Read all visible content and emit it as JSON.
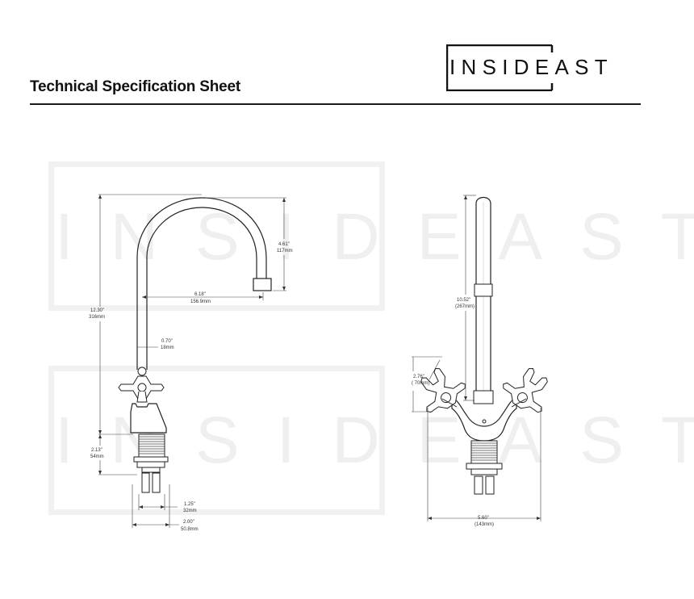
{
  "header": {
    "title": "Technical Specification Sheet",
    "logo_text": "INSIDEAST"
  },
  "watermark": {
    "text": "INSIDEAST"
  },
  "side_view": {
    "overall_height_in": "12.30\"",
    "overall_height_mm": "316mm",
    "spout_drop_in": "4.61\"",
    "spout_drop_mm": "117mm",
    "spout_reach_in": "6.18\"",
    "spout_reach_mm": "156.9mm",
    "body_diameter_in": "0.70\"",
    "body_diameter_mm": "18mm",
    "shank_length_in": "2.13\"",
    "shank_length_mm": "54mm",
    "shank_diameter_in": "1.25\"",
    "shank_diameter_mm": "32mm",
    "base_width_in": "2.00\"",
    "base_width_mm": "50.8mm"
  },
  "front_view": {
    "spout_height_in": "10.52\"",
    "spout_height_mm": "(267mm)",
    "handle_height_in": "2.76\"",
    "handle_height_mm": "( 70mm)",
    "overall_width_in": "5.60\"",
    "overall_width_mm": "(143mm)"
  }
}
